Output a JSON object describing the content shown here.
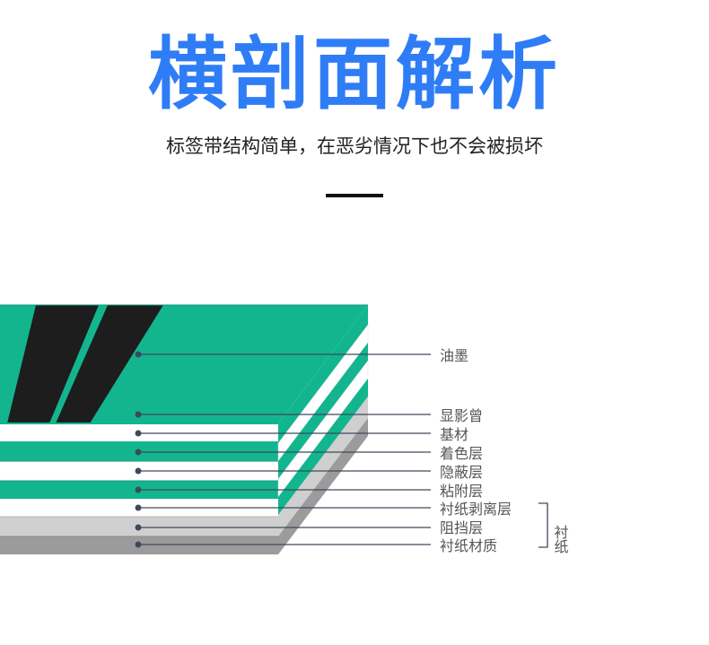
{
  "header": {
    "title": "横剖面解析",
    "subtitle": "标签带结构简单，在恶劣情况下也不会被损坏"
  },
  "colors": {
    "title": "#2f7df6",
    "teal": "#13b58f",
    "light_gray": "#cfcfcf",
    "dark_gray": "#9b9b9b",
    "ink": "#1d1d1d",
    "leader_line": "#3d4a5c"
  },
  "layers": [
    {
      "name": "油墨"
    },
    {
      "name": "显影曾"
    },
    {
      "name": "基材"
    },
    {
      "name": "着色层"
    },
    {
      "name": "隐蔽层"
    },
    {
      "name": "粘附层"
    },
    {
      "name": "衬纸剥离层"
    },
    {
      "name": "阻挡层"
    },
    {
      "name": "衬纸材质"
    }
  ],
  "liner_group": {
    "label": "衬纸"
  }
}
